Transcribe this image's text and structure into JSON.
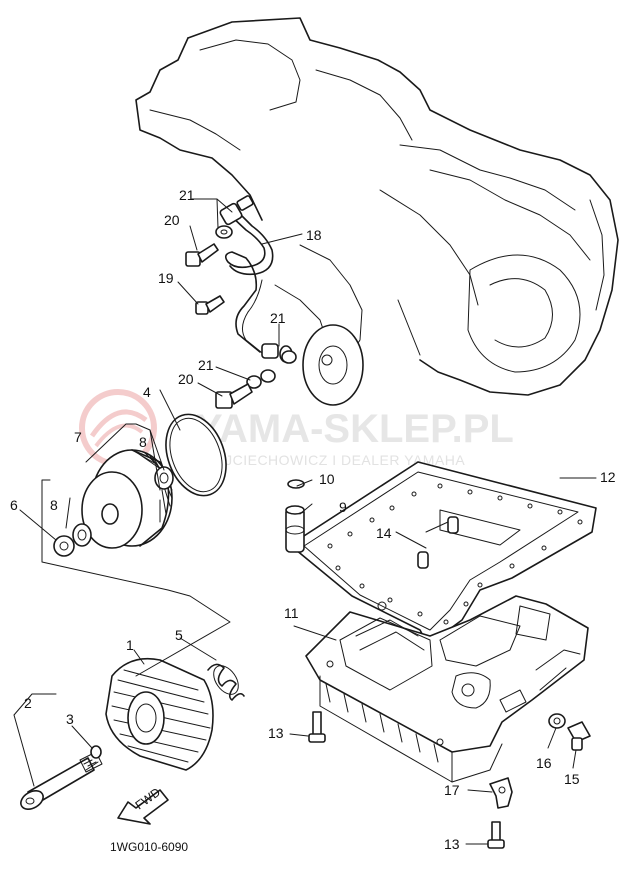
{
  "diagram": {
    "callouts": [
      "1",
      "2",
      "3",
      "4",
      "5",
      "6",
      "7",
      "8",
      "8",
      "9",
      "10",
      "11",
      "12",
      "13",
      "13",
      "14",
      "15",
      "16",
      "17",
      "18",
      "19",
      "20",
      "20",
      "21",
      "21",
      "21"
    ],
    "part_code": "1WG010-6090",
    "fwd_label": "FWD"
  },
  "watermark": {
    "title": "YAMA-SKLEP.PL",
    "subtitle": "WOJCIECHOWICZ I DEALER YAMAHA",
    "logo_color": "#e07070"
  }
}
